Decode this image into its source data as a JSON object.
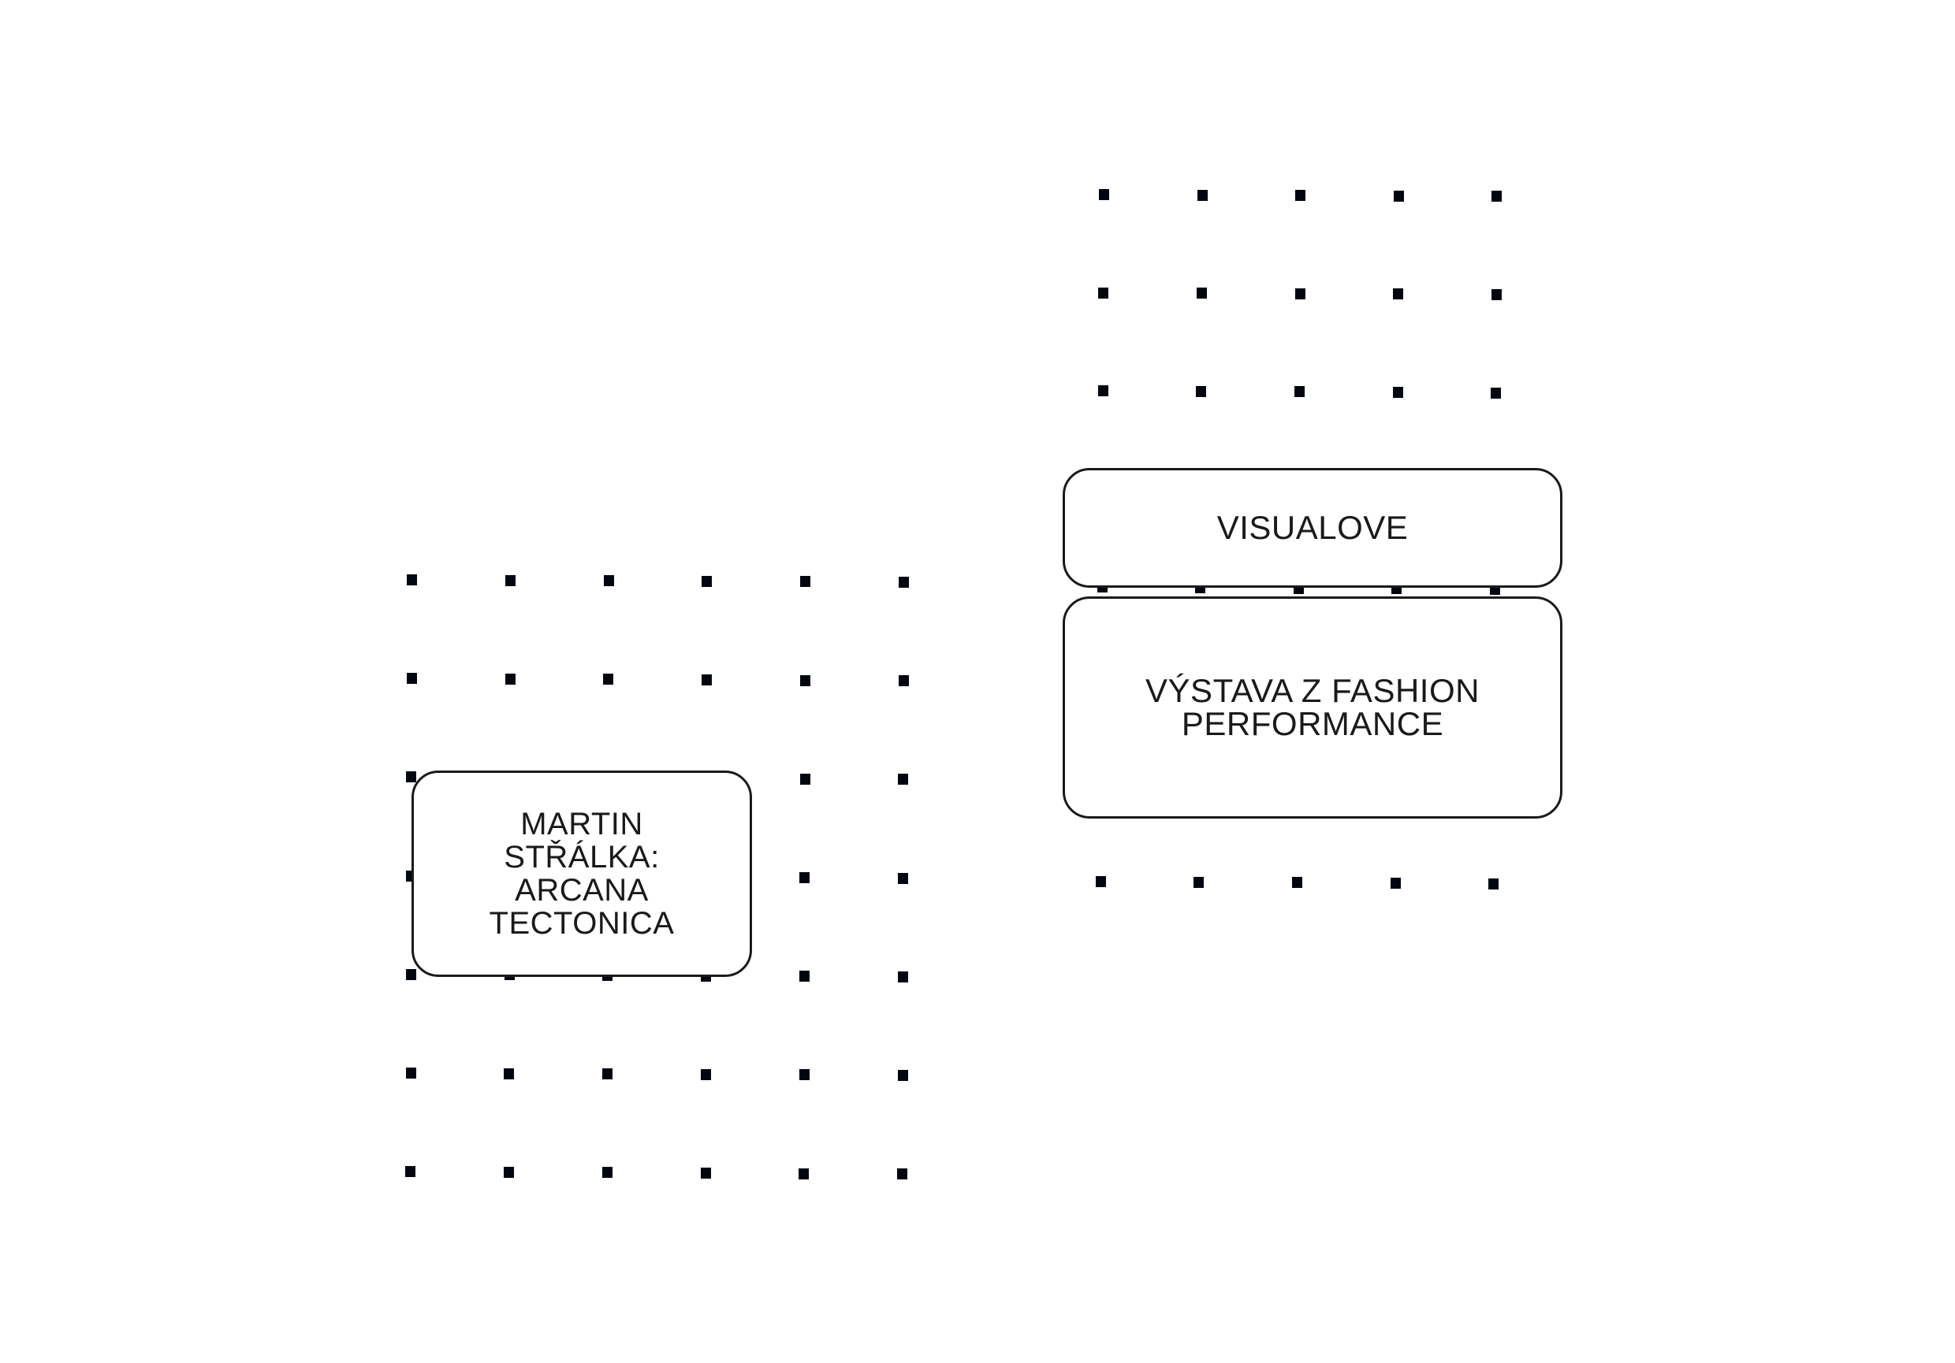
{
  "title": "Exhibition layout plan",
  "colors": {
    "dot": "#020611",
    "stroke": "#1a1a1a",
    "background": "#ffffff"
  },
  "grids": [
    {
      "name": "left-column-grid",
      "columns": 6,
      "rows": 7
    },
    {
      "name": "right-column-grid",
      "columns": 5,
      "rows": 8
    }
  ],
  "exhibits": [
    {
      "id": "martin",
      "label": "MARTIN\nSTŘÁLKA:\nARCANA\nTECTONICA"
    },
    {
      "id": "visualove",
      "label": "VISUALOVE"
    },
    {
      "id": "fashion",
      "label": "VÝSTAVA Z FASHION\nPERFORMANCE"
    }
  ]
}
